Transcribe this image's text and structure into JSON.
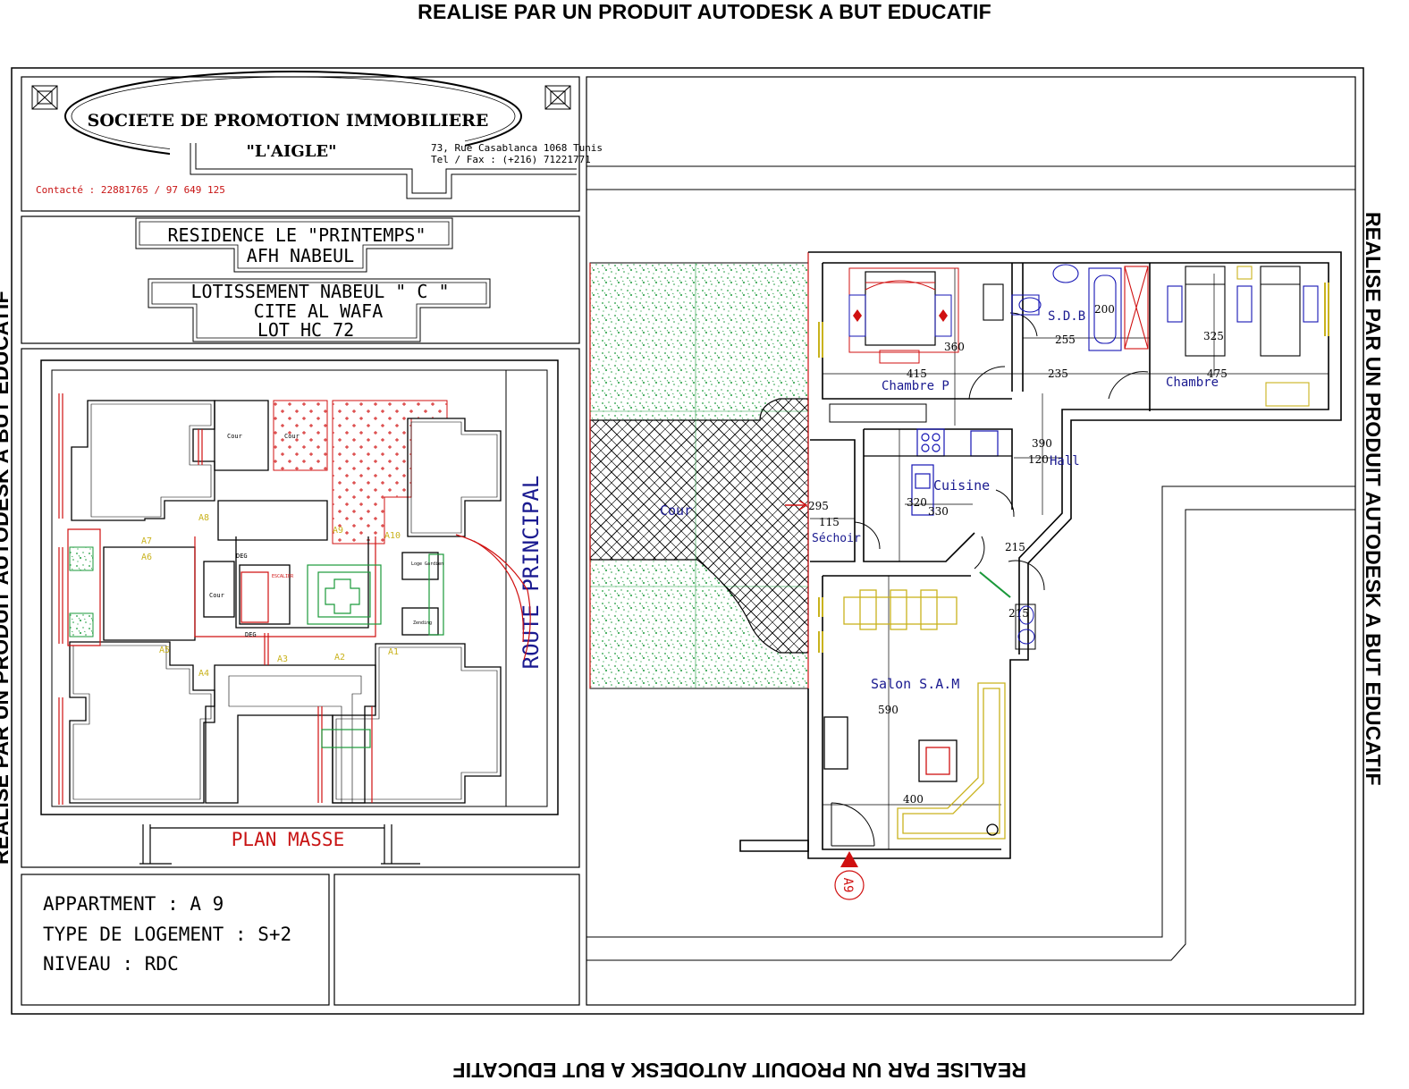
{
  "watermark": {
    "text": "REALISE PAR UN PRODUIT AUTODESK A BUT EDUCATIF"
  },
  "title_block": {
    "company_name": "SOCIETE DE PROMOTION IMMOBILIERE",
    "company_brand": "\"L'AIGLE\"",
    "address_line1": "73, Rue Casablanca 1068 Tunis",
    "address_line2": "Tel / Fax : (+216) 71221771",
    "contact": "Contacté : 22881765 / 97 649 125"
  },
  "project": {
    "residence": "RESIDENCE LE \"PRINTEMPS\"",
    "agency": "AFH NABEUL",
    "lotissement": "LOTISSEMENT  NABEUL \" C \"",
    "cite": "CITE  AL  WAFA",
    "lot": "LOT HC 72"
  },
  "plan_masse": {
    "title": "PLAN MASSE",
    "road_label": "ROUTE PRINCIPAL",
    "labels": {
      "a1": "A1",
      "a2": "A2",
      "a3": "A3",
      "a4": "A4",
      "a5": "A5",
      "a6": "A6",
      "a7": "A7",
      "a8": "A8",
      "a9": "A9",
      "a10": "A10",
      "deg1": "DEG",
      "deg2": "DEG",
      "cour1": "Cour",
      "cour2": "Cour",
      "cour3": "Cour",
      "loge": "Loge Gardien",
      "zending": "Zending",
      "escalier": "ESCALIER"
    }
  },
  "info": {
    "apartment": "APPARTMENT : A 9",
    "type": "TYPE DE LOGEMENT : S+2",
    "level": "NIVEAU : RDC"
  },
  "floor_plan": {
    "rooms": {
      "chambre_p": "Chambre  P",
      "chambre": "Chambre",
      "sdb": "S.D.B",
      "hall": "Hall",
      "cuisine": "Cuisine",
      "cour": "Cour",
      "sechoir": "Séchoir",
      "salon": "Salon  S.A.M"
    },
    "dimensions": {
      "d415": "415",
      "d360": "360",
      "d235": "235",
      "d475": "475",
      "d255": "255",
      "d200": "200",
      "d325": "325",
      "d390": "390",
      "d120": "120",
      "d320": "320",
      "d330": "330",
      "d295": "295",
      "d115": "115",
      "d215a": "215",
      "d215b": "215",
      "d590": "590",
      "d400": "400"
    },
    "entry_marker": "A9"
  },
  "colors": {
    "line": "#000000",
    "wall_red": "#d01010",
    "text_red": "#c81414",
    "text_blue": "#1a1a90",
    "grass": "#1a9a3a",
    "furniture_yellow": "#c9b21c",
    "furniture_blue": "#1414b4",
    "dim_green": "#20a040"
  }
}
